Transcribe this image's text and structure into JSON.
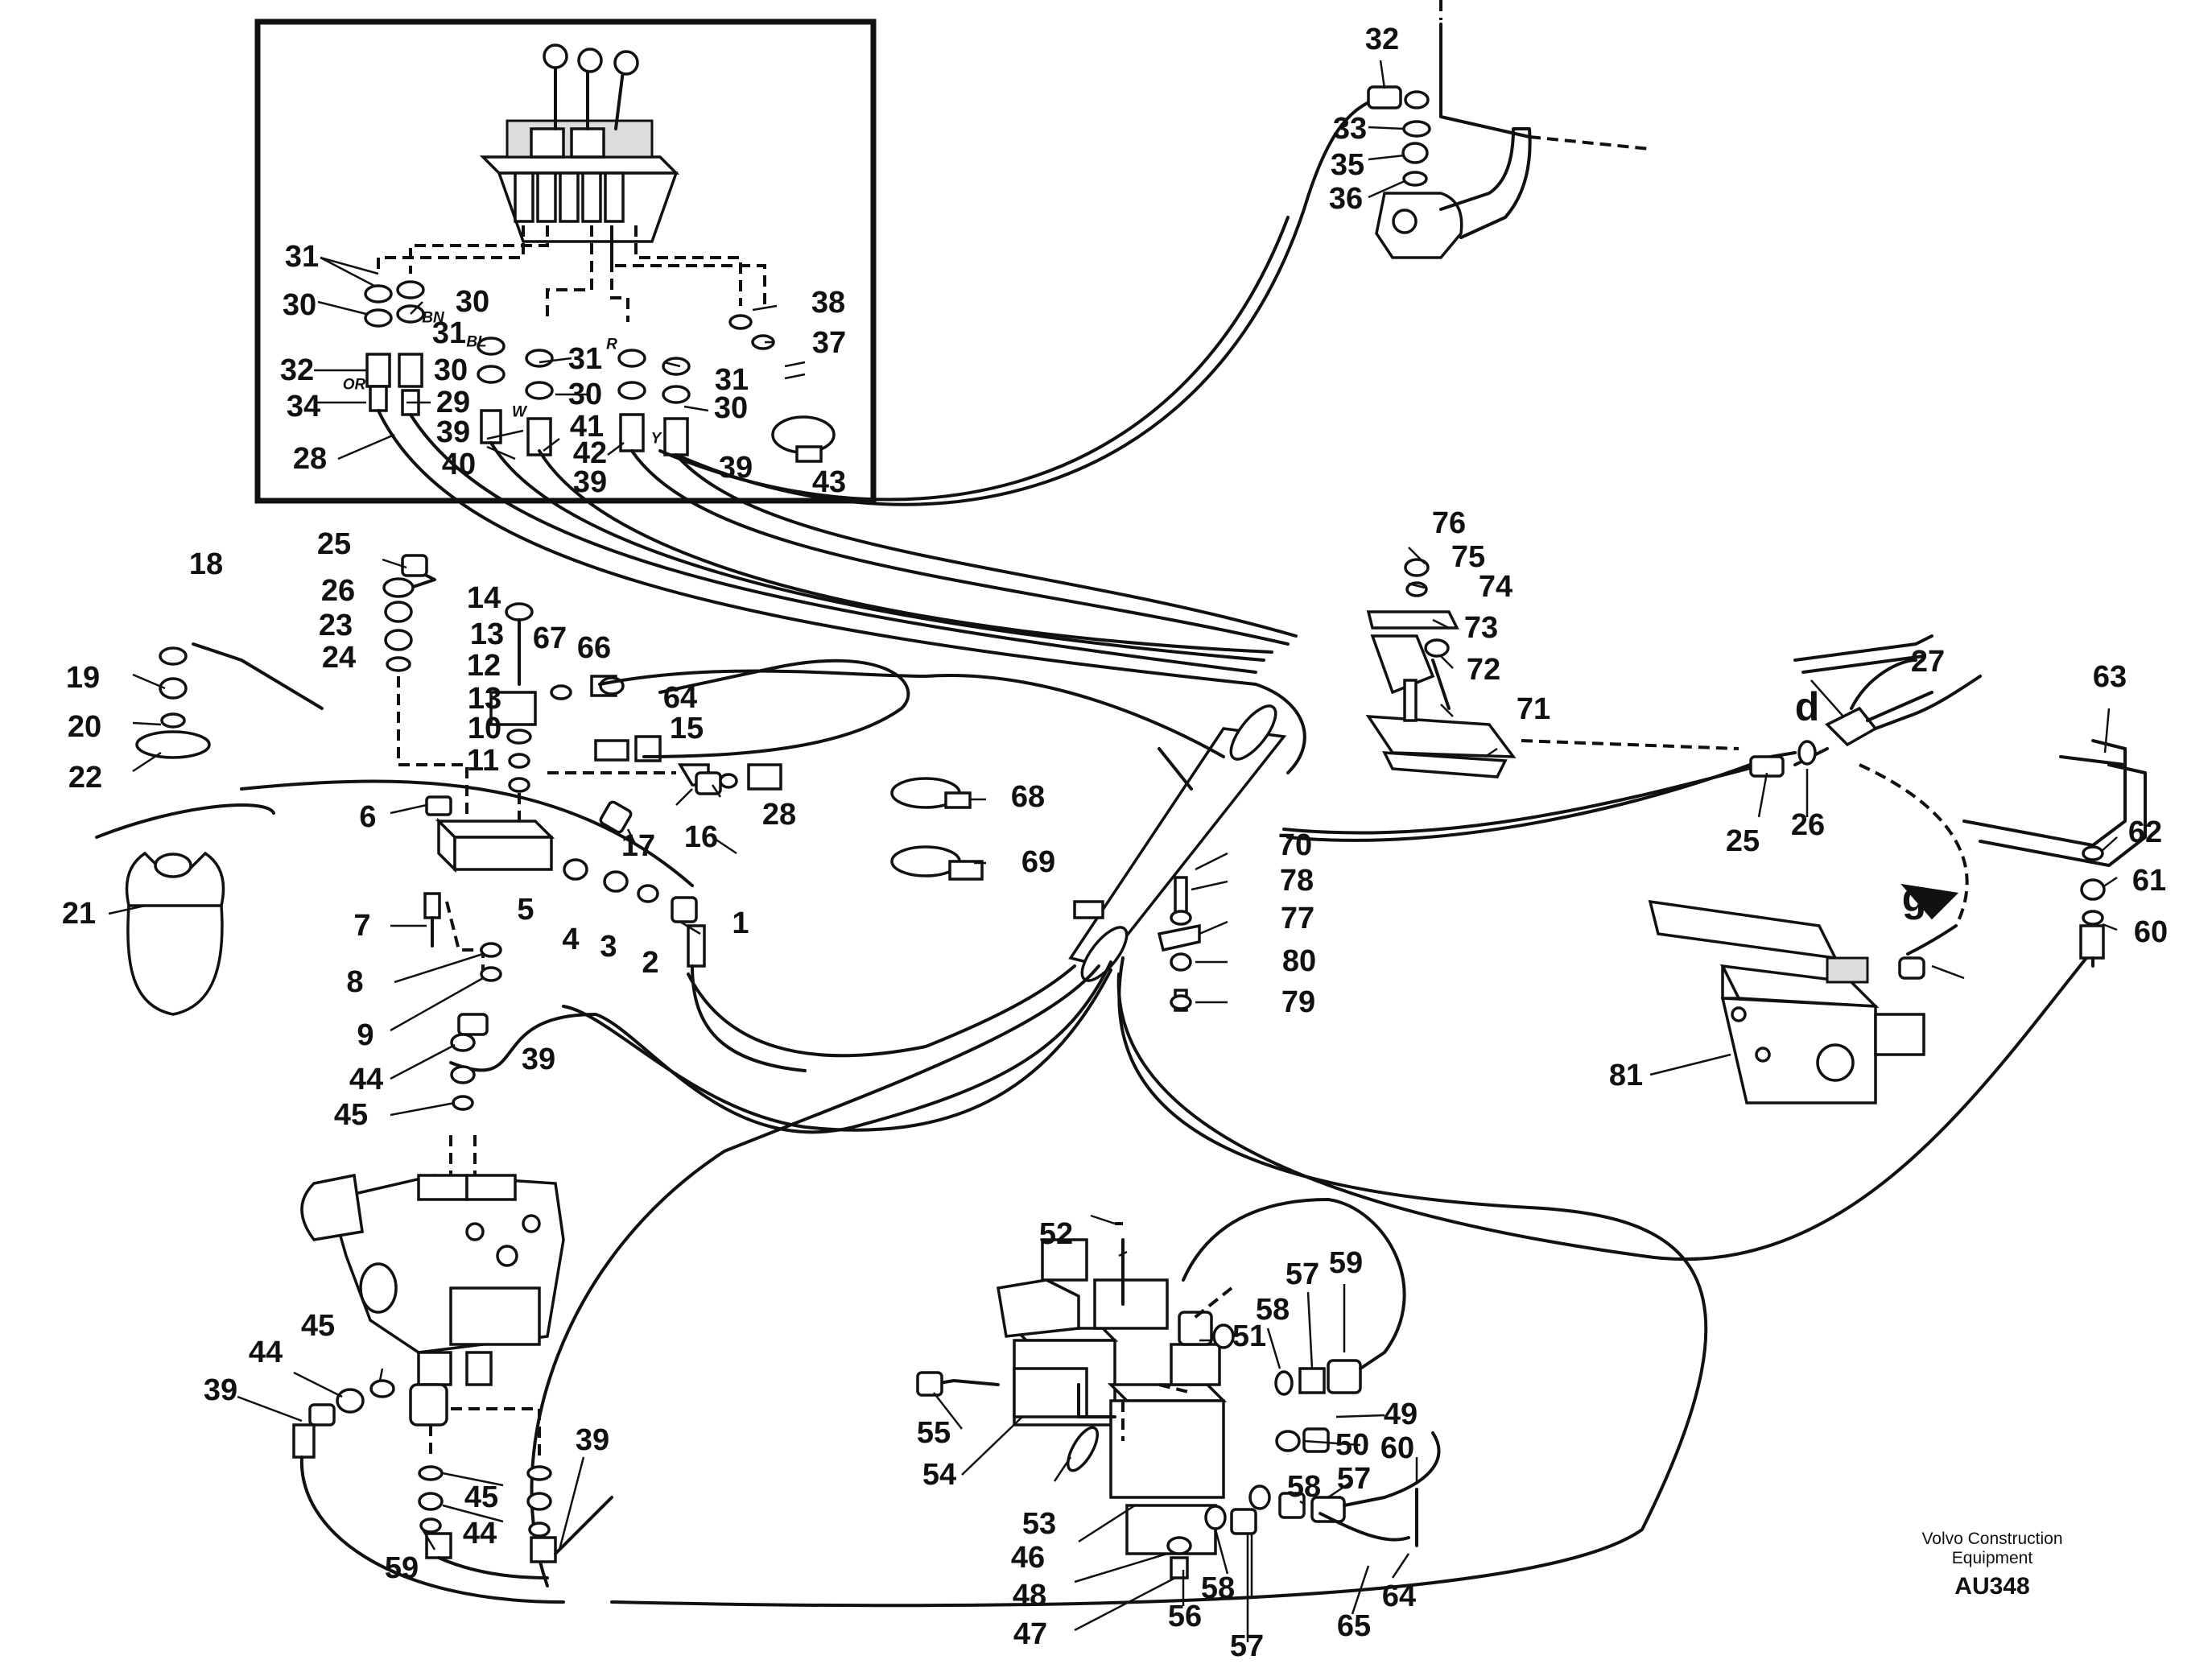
{
  "callouts": [
    {
      "id": "c1",
      "text": "1"
    },
    {
      "id": "c2",
      "text": "2"
    },
    {
      "id": "c3",
      "text": "3"
    },
    {
      "id": "c4",
      "text": "4"
    },
    {
      "id": "c5",
      "text": "5"
    },
    {
      "id": "c6",
      "text": "6"
    },
    {
      "id": "c7",
      "text": "7"
    },
    {
      "id": "c8",
      "text": "8"
    },
    {
      "id": "c9",
      "text": "9"
    },
    {
      "id": "c10",
      "text": "10"
    },
    {
      "id": "c11",
      "text": "11"
    },
    {
      "id": "c12",
      "text": "12"
    },
    {
      "id": "c13a",
      "text": "13"
    },
    {
      "id": "c13b",
      "text": "13"
    },
    {
      "id": "c14",
      "text": "14"
    },
    {
      "id": "c15",
      "text": "15"
    },
    {
      "id": "c16",
      "text": "16"
    },
    {
      "id": "c17",
      "text": "17"
    },
    {
      "id": "c18",
      "text": "18"
    },
    {
      "id": "c19",
      "text": "19"
    },
    {
      "id": "c20",
      "text": "20"
    },
    {
      "id": "c21",
      "text": "21"
    },
    {
      "id": "c22",
      "text": "22"
    },
    {
      "id": "c23",
      "text": "23"
    },
    {
      "id": "c24",
      "text": "24"
    },
    {
      "id": "c25a",
      "text": "25"
    },
    {
      "id": "c25b",
      "text": "25"
    },
    {
      "id": "c26a",
      "text": "26"
    },
    {
      "id": "c26b",
      "text": "26"
    },
    {
      "id": "c27",
      "text": "27"
    },
    {
      "id": "c28a",
      "text": "28"
    },
    {
      "id": "c28b",
      "text": "28"
    },
    {
      "id": "c29",
      "text": "29"
    },
    {
      "id": "c30a",
      "text": "30"
    },
    {
      "id": "c30b",
      "text": "30"
    },
    {
      "id": "c30c",
      "text": "30"
    },
    {
      "id": "c30d",
      "text": "30"
    },
    {
      "id": "c30e",
      "text": "30"
    },
    {
      "id": "c31a",
      "text": "31"
    },
    {
      "id": "c31b",
      "text": "31"
    },
    {
      "id": "c31c",
      "text": "31"
    },
    {
      "id": "c31d",
      "text": "31"
    },
    {
      "id": "c32a",
      "text": "32"
    },
    {
      "id": "c32b",
      "text": "32"
    },
    {
      "id": "c33",
      "text": "33"
    },
    {
      "id": "c34",
      "text": "34"
    },
    {
      "id": "c35",
      "text": "35"
    },
    {
      "id": "c36",
      "text": "36"
    },
    {
      "id": "c37",
      "text": "37"
    },
    {
      "id": "c38",
      "text": "38"
    },
    {
      "id": "c39a",
      "text": "39"
    },
    {
      "id": "c39b",
      "text": "39"
    },
    {
      "id": "c39c",
      "text": "39"
    },
    {
      "id": "c39d",
      "text": "39"
    },
    {
      "id": "c39e",
      "text": "39"
    },
    {
      "id": "c39f",
      "text": "39"
    },
    {
      "id": "c40",
      "text": "40"
    },
    {
      "id": "c41",
      "text": "41"
    },
    {
      "id": "c42",
      "text": "42"
    },
    {
      "id": "c43",
      "text": "43"
    },
    {
      "id": "c44a",
      "text": "44"
    },
    {
      "id": "c44b",
      "text": "44"
    },
    {
      "id": "c44c",
      "text": "44"
    },
    {
      "id": "c45a",
      "text": "45"
    },
    {
      "id": "c45b",
      "text": "45"
    },
    {
      "id": "c45c",
      "text": "45"
    },
    {
      "id": "c46",
      "text": "46"
    },
    {
      "id": "c47",
      "text": "47"
    },
    {
      "id": "c48",
      "text": "48"
    },
    {
      "id": "c49",
      "text": "49"
    },
    {
      "id": "c50",
      "text": "50"
    },
    {
      "id": "c51",
      "text": "51"
    },
    {
      "id": "c52",
      "text": "52"
    },
    {
      "id": "c53",
      "text": "53"
    },
    {
      "id": "c54",
      "text": "54"
    },
    {
      "id": "c55",
      "text": "55"
    },
    {
      "id": "c56",
      "text": "56"
    },
    {
      "id": "c57a",
      "text": "57"
    },
    {
      "id": "c57b",
      "text": "57"
    },
    {
      "id": "c57c",
      "text": "57"
    },
    {
      "id": "c58a",
      "text": "58"
    },
    {
      "id": "c58b",
      "text": "58"
    },
    {
      "id": "c58c",
      "text": "58"
    },
    {
      "id": "c59a",
      "text": "59"
    },
    {
      "id": "c59b",
      "text": "59"
    },
    {
      "id": "c60a",
      "text": "60"
    },
    {
      "id": "c60b",
      "text": "60"
    },
    {
      "id": "c61",
      "text": "61"
    },
    {
      "id": "c62",
      "text": "62"
    },
    {
      "id": "c63",
      "text": "63"
    },
    {
      "id": "c64a",
      "text": "64"
    },
    {
      "id": "c64b",
      "text": "64"
    },
    {
      "id": "c65",
      "text": "65"
    },
    {
      "id": "c66",
      "text": "66"
    },
    {
      "id": "c67",
      "text": "67"
    },
    {
      "id": "c68",
      "text": "68"
    },
    {
      "id": "c69",
      "text": "69"
    },
    {
      "id": "c70",
      "text": "70"
    },
    {
      "id": "c71",
      "text": "71"
    },
    {
      "id": "c72",
      "text": "72"
    },
    {
      "id": "c73",
      "text": "73"
    },
    {
      "id": "c74",
      "text": "74"
    },
    {
      "id": "c75",
      "text": "75"
    },
    {
      "id": "c76",
      "text": "76"
    },
    {
      "id": "c77",
      "text": "77"
    },
    {
      "id": "c78",
      "text": "78"
    },
    {
      "id": "c79",
      "text": "79"
    },
    {
      "id": "c80",
      "text": "80"
    },
    {
      "id": "c81",
      "text": "81"
    }
  ],
  "view_letters": [
    {
      "id": "vd",
      "text": "d"
    },
    {
      "id": "vg",
      "text": "g"
    }
  ],
  "hose_codes": [
    {
      "id": "hOR",
      "text": "OR"
    },
    {
      "id": "hBN",
      "text": "BN"
    },
    {
      "id": "hBL",
      "text": "BL"
    },
    {
      "id": "hW",
      "text": "W"
    },
    {
      "id": "hR",
      "text": "R"
    },
    {
      "id": "hY",
      "text": "Y"
    }
  ],
  "credit": {
    "line1": "Volvo Construction",
    "line2": "Equipment",
    "code": "AU348"
  }
}
